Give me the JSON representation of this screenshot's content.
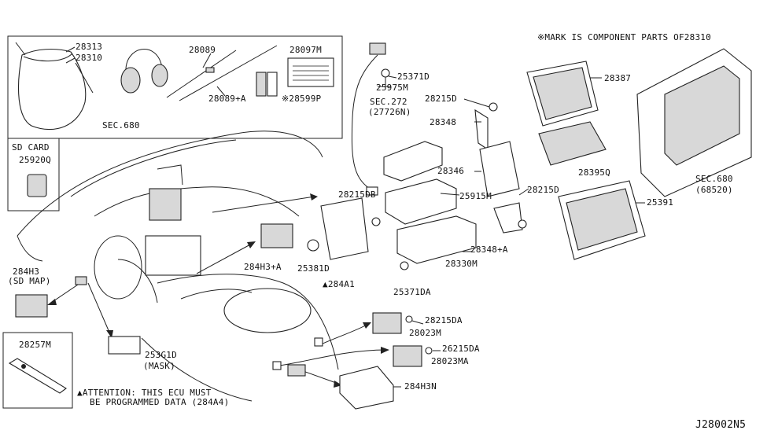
{
  "diagram": {
    "header_note": "※MARK IS COMPONENT PARTS OF28310",
    "footer_code": "J28002N5",
    "attention": {
      "line1": "▲ATTENTION: THIS ECU MUST",
      "line2": "BE PROGRAMMED DATA (284A4)"
    },
    "sd_card_box": {
      "title": "SD CARD",
      "part": "25920Q"
    },
    "remote_box": {
      "part": "28257M"
    },
    "labels": {
      "p28313": "28313",
      "p28310": "28310",
      "p28089": "28089",
      "p28089a": "28089+A",
      "p28097m": "28097M",
      "p28599p": "※28599P",
      "sec680_left": "SEC.680",
      "p25371d": "25371D",
      "p25975m": "25975M",
      "sec272": "SEC.272",
      "sec272_sub": "(27726N)",
      "p28215d_top": "28215D",
      "p28348": "28348",
      "p28346": "28346",
      "p28387": "28387",
      "p28395q": "28395Q",
      "p28215db": "28215DB",
      "p25915m": "25915M",
      "p28215d_mid": "28215D",
      "sec680_right": "SEC.680",
      "sec680_right_sub": "(68520)",
      "p25391": "25391",
      "p28348a": "28348+A",
      "p28330m": "28330M",
      "p284h3a": "284H3+A",
      "p25381d": "25381D",
      "p284a1": "▲284A1",
      "p25371da": "25371DA",
      "p284h3": "284H3",
      "p284h3_sub": "(SD MAP)",
      "p253g1d": "253G1D",
      "p253g1d_sub": "(MASK)",
      "p28215da": "28215DA",
      "p28023m": "28023M",
      "p26215da": "26215DA",
      "p28023ma": "28023MA",
      "p284h3n": "284H3N"
    }
  }
}
